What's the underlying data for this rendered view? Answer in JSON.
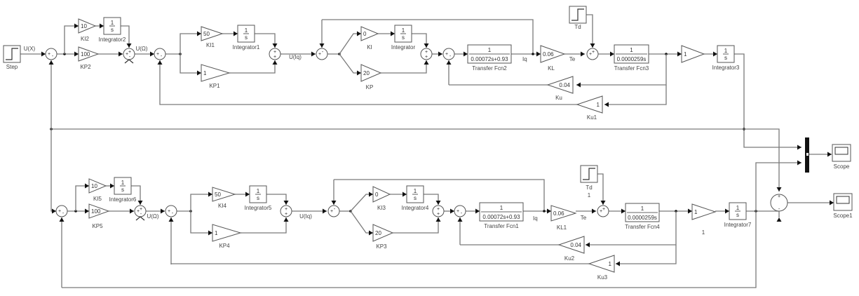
{
  "diagram": {
    "title": "Simulink block diagram - dual PI cascade control loops",
    "blocks": {
      "step": {
        "label": "Step"
      },
      "td_top": {
        "label": "Td"
      },
      "td_bot": {
        "label": "Td",
        "sublabel": "1"
      },
      "ki2": {
        "label": "KI2",
        "value": "10"
      },
      "kp2": {
        "label": "KP2",
        "value": "100"
      },
      "int2": {
        "label": "Integrator2",
        "num": "1",
        "den": "s"
      },
      "ki1": {
        "label": "KI1",
        "value": "50"
      },
      "kp1": {
        "label": "KP1",
        "value": "1"
      },
      "int1": {
        "label": "Integrator1",
        "num": "1",
        "den": "s"
      },
      "ki": {
        "label": "KI",
        "value": "0"
      },
      "kp": {
        "label": "KP",
        "value": "20"
      },
      "int0": {
        "label": "Integrator",
        "num": "1",
        "den": "s"
      },
      "tf2": {
        "label": "Transfer Fcn2",
        "num": "1",
        "den": "0.00072s+0.93"
      },
      "kl": {
        "label": "KL",
        "value": "0.06"
      },
      "tf3": {
        "label": "Transfer Fcn3",
        "num": "1",
        "den": "0.0000259s"
      },
      "gain_top": {
        "label": "",
        "value": "1"
      },
      "int3": {
        "label": "Integrator3",
        "num": "1",
        "den": "s"
      },
      "ku": {
        "label": "Ku",
        "value": "0.04"
      },
      "ku1": {
        "label": "Ku1",
        "value": "1"
      },
      "ki5": {
        "label": "KI5",
        "value": "10"
      },
      "kp5": {
        "label": "KP5",
        "value": "100"
      },
      "int6": {
        "label": "Integrator6",
        "num": "1",
        "den": "s"
      },
      "ki4": {
        "label": "KI4",
        "value": "50"
      },
      "kp4": {
        "label": "KP4",
        "value": "1"
      },
      "int5": {
        "label": "Integrator5",
        "num": "1",
        "den": "s"
      },
      "ki3": {
        "label": "KI3",
        "value": "0"
      },
      "kp3": {
        "label": "KP3",
        "value": "20"
      },
      "int4": {
        "label": "Integrator4",
        "num": "1",
        "den": "s"
      },
      "tf1": {
        "label": "Transfer Fcn1",
        "num": "1",
        "den": "0.00072s+0.93"
      },
      "kl1": {
        "label": "KL1",
        "value": "0.06"
      },
      "tf4": {
        "label": "Transfer Fcn4",
        "num": "1",
        "den": "0.0000259s"
      },
      "gain_bot": {
        "label": "1",
        "value": "1"
      },
      "int7": {
        "label": "Integrator7",
        "num": "1",
        "den": "s"
      },
      "ku2": {
        "label": "Ku2",
        "value": "0.04"
      },
      "ku3": {
        "label": "Ku3",
        "value": "1"
      },
      "scope": {
        "label": "Scope"
      },
      "scope1": {
        "label": "Scope1"
      }
    },
    "signals": {
      "ux": "U(X)",
      "uo_top": "U(Ω)",
      "uiq_top": "U(Iq)",
      "iq_top": "Iq",
      "te_top": "Te",
      "uo_bot": "U(Ω)",
      "uiq_bot": "U(Iq)",
      "iq_bot": "Iq",
      "te_bot": "Te"
    },
    "signs": {
      "plus": "+",
      "minus": "-"
    }
  }
}
